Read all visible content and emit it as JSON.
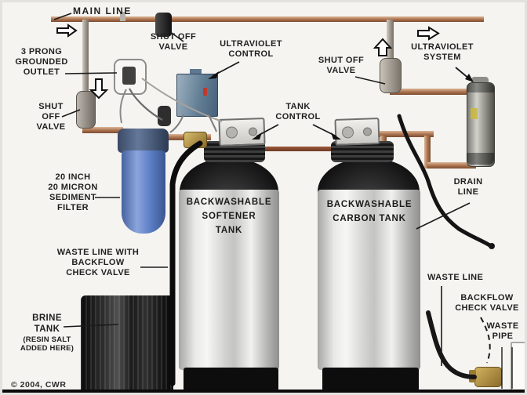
{
  "labels": {
    "main_line": "MAIN LINE",
    "outlet": "3 PRONG\nGROUNDED\nOUTLET",
    "shutoff_top": "SHUT OFF\nVALVE",
    "uv_control": "ULTRAVIOLET\nCONTROL",
    "shutoff_left": "SHUT\nOFF\nVALVE",
    "sediment_filter": "20 INCH\n20 MICRON\nSEDIMENT\nFILTER",
    "tank_control": "TANK\nCONTROL",
    "shutoff_right": "SHUT OFF\nVALVE",
    "uv_system": "ULTRAVIOLET\nSYSTEM",
    "drain_line": "DRAIN\nLINE",
    "waste_line_left": "WASTE LINE WITH\nBACKFLOW\nCHECK VALVE",
    "brine_tank": "BRINE\nTANK",
    "brine_note": "(RESIN SALT\nADDED HERE)",
    "waste_line_right": "WASTE LINE",
    "backflow_right": "BACKFLOW\nCHECK VALVE",
    "waste_pipe": "WASTE\nPIPE",
    "copyright": "© 2004, CWR"
  },
  "tanks": {
    "softener": "BACKWASHABLE\nSOFTENER\nTANK",
    "carbon": "BACKWASHABLE\nCARBON TANK"
  },
  "colors": {
    "copper_pipe": "#a96f4c",
    "filter_blue": "#5d7fc6",
    "uv_box_blue": "#637f95",
    "tank_silver": "#d2d2d0",
    "brass": "#b8954a",
    "hose_black": "#141414",
    "background": "#f5f4f1"
  }
}
